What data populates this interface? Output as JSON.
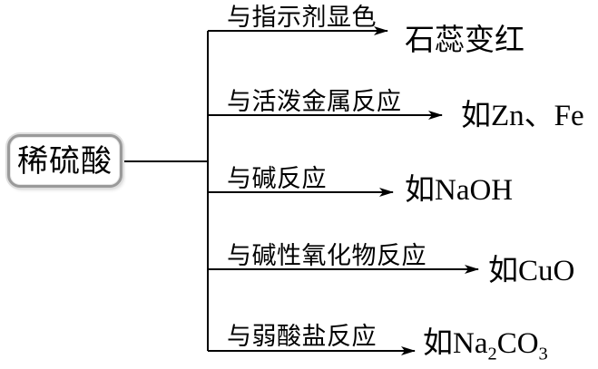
{
  "diagram": {
    "topic": "acid-properties-mindmap",
    "node": {
      "label": "稀硫酸"
    },
    "branches": [
      {
        "label": "与指示剂显色",
        "result": "石蕊变红"
      },
      {
        "label": "与活泼金属反应",
        "result": "如Zn、Fe"
      },
      {
        "label": "与碱反应",
        "result": "如NaOH"
      },
      {
        "label": "与碱性氧化物反应",
        "result": "如CuO"
      },
      {
        "label": "与弱酸盐反应",
        "result_parts": [
          "如Na",
          "2",
          "CO",
          "3"
        ]
      }
    ],
    "colors": {
      "line": "#000000",
      "text": "#000000",
      "node_border": "#9a9a9a",
      "node_fill": "#ffffff",
      "background": "#ffffff"
    }
  }
}
